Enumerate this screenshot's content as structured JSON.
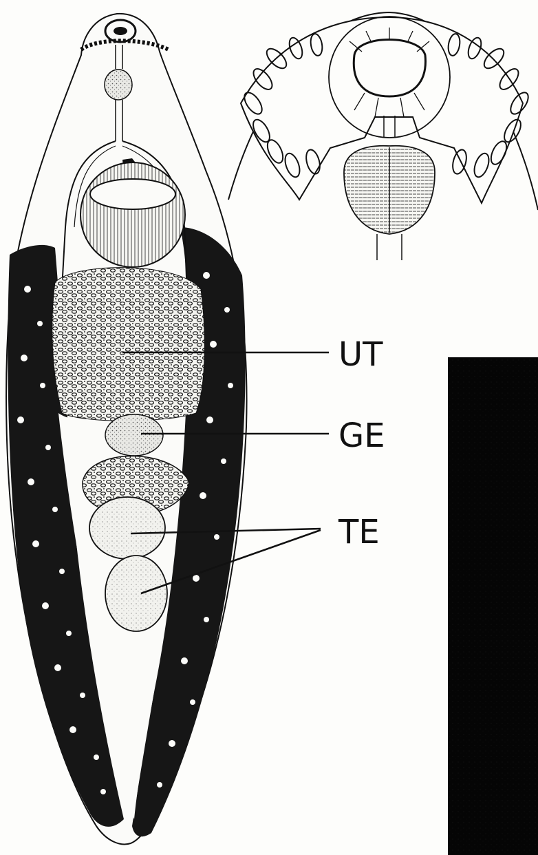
{
  "figure": {
    "labels": [
      {
        "id": "ut",
        "text": "UT"
      },
      {
        "id": "ge",
        "text": "GE"
      },
      {
        "id": "te",
        "text": "TE"
      }
    ],
    "colors": {
      "ink": "#111111",
      "background": "#fdfdfb",
      "dark_panel": "#060606",
      "stipple": "#e4e4e0"
    }
  }
}
